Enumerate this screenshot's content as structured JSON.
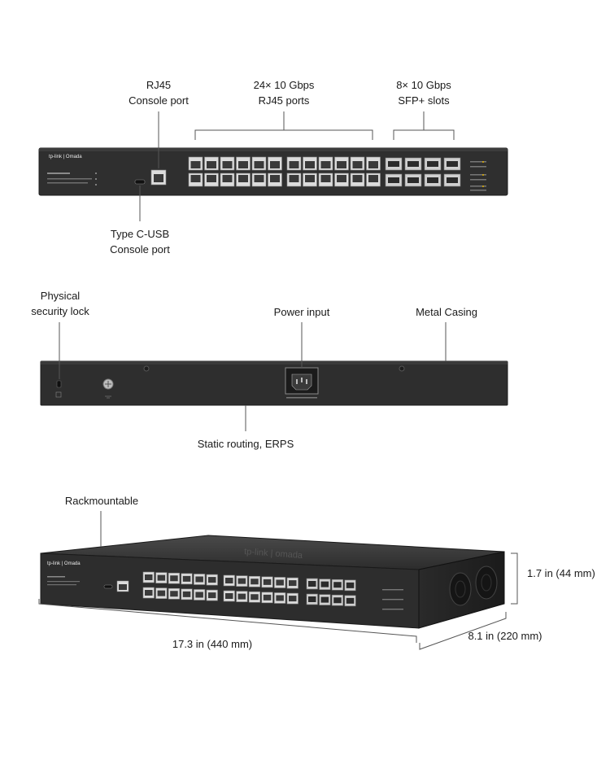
{
  "front_panel": {
    "brand": "tp-link | Omada",
    "callouts": {
      "rj45_console": [
        "RJ45",
        "Console port"
      ],
      "rj45_ports": [
        "24× 10 Gbps",
        "RJ45 ports"
      ],
      "sfp_slots": [
        "8× 10 Gbps",
        "SFP+ slots"
      ],
      "usbc_console": [
        "Type C-USB",
        "Console port"
      ]
    }
  },
  "rear_panel": {
    "callouts": {
      "security_lock": [
        "Physical",
        "security lock"
      ],
      "power_input": "Power input",
      "metal_casing": "Metal Casing",
      "static_routing": "Static routing, ERPS"
    }
  },
  "angled_view": {
    "brand": "tp-link | Omada",
    "callouts": {
      "rackmountable": "Rackmountable"
    },
    "dimensions": {
      "height": "1.7 in (44 mm)",
      "width": "17.3  in (440 mm)",
      "depth": "8.1  in (220 mm)"
    }
  },
  "icons": [
    "rj45-port-icon",
    "sfp-slot-icon",
    "power-socket-icon",
    "ground-screw-icon",
    "lock-slot-icon"
  ]
}
